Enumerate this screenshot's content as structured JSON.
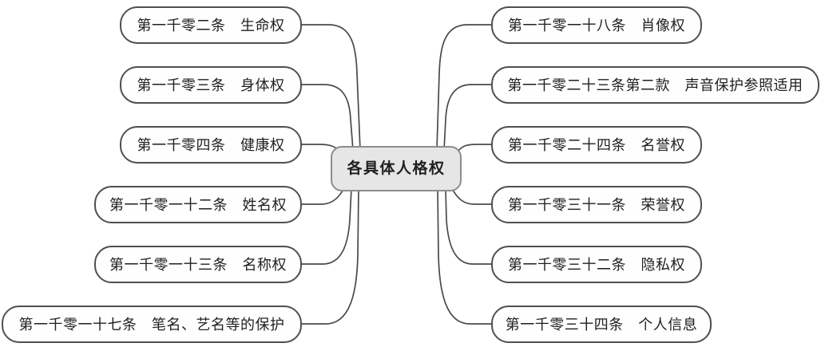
{
  "diagram": {
    "type": "mind-map",
    "title": "各具体人格权",
    "center": {
      "label": "各具体人格权",
      "fill_color": "#e6e6e6",
      "border_color": "#8d8d8d"
    },
    "style": {
      "background_color": "#ffffff",
      "node_fill_color": "#fefefe",
      "node_border_color": "#4f4f4f",
      "connector_color": "#4a4a4a",
      "text_color": "#1f1f1f"
    },
    "left_branch": [
      {
        "label": "第一千零二条　生命权"
      },
      {
        "label": "第一千零三条　身体权"
      },
      {
        "label": "第一千零四条　健康权"
      },
      {
        "label": "第一千零一十二条　姓名权"
      },
      {
        "label": "第一千零一十三条　名称权"
      },
      {
        "label": "第一千零一十七条　笔名、艺名等的保护"
      }
    ],
    "right_branch": [
      {
        "label": "第一千零一十八条　肖像权"
      },
      {
        "label": "第一千零二十三条第二款　声音保护参照适用"
      },
      {
        "label": "第一千零二十四条　名誉权"
      },
      {
        "label": "第一千零三十一条　荣誉权"
      },
      {
        "label": "第一千零三十二条　隐私权"
      },
      {
        "label": "第一千零三十四条　个人信息"
      }
    ]
  }
}
